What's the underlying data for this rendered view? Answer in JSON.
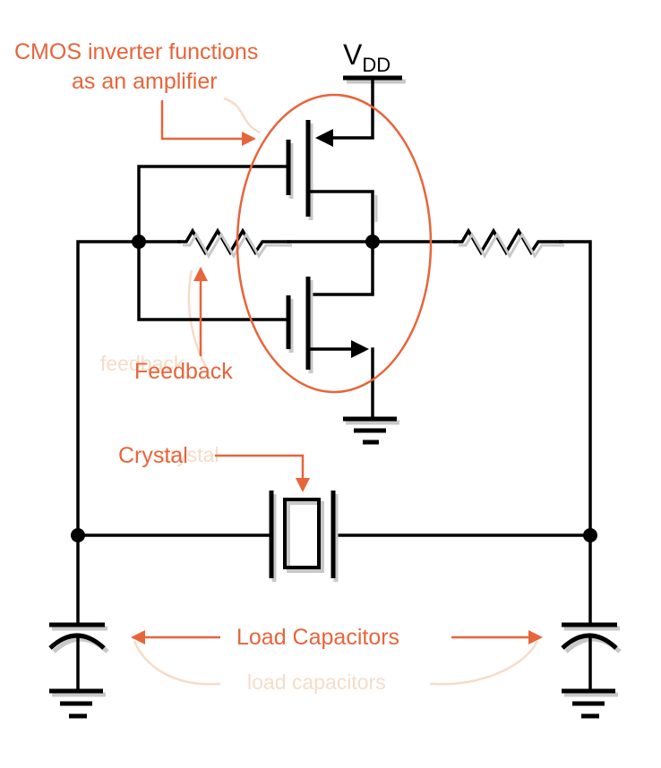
{
  "supply_label": {
    "main": "V",
    "sub": "DD"
  },
  "labels": {
    "inverter_line1": "CMOS inverter functions",
    "inverter_line2": "as an amplifier",
    "feedback": "Feedback",
    "crystal": "Crystal",
    "load_capacitors": "Load Capacitors"
  },
  "watermarks": {
    "feedback": "feedback",
    "crystal": "crystal",
    "load_capacitors": "load capacitors"
  },
  "colors": {
    "accent": "#e8643a",
    "wire": "#000000",
    "watermark": "#f6dcc8",
    "component_shadow": "#c8c8c8"
  }
}
